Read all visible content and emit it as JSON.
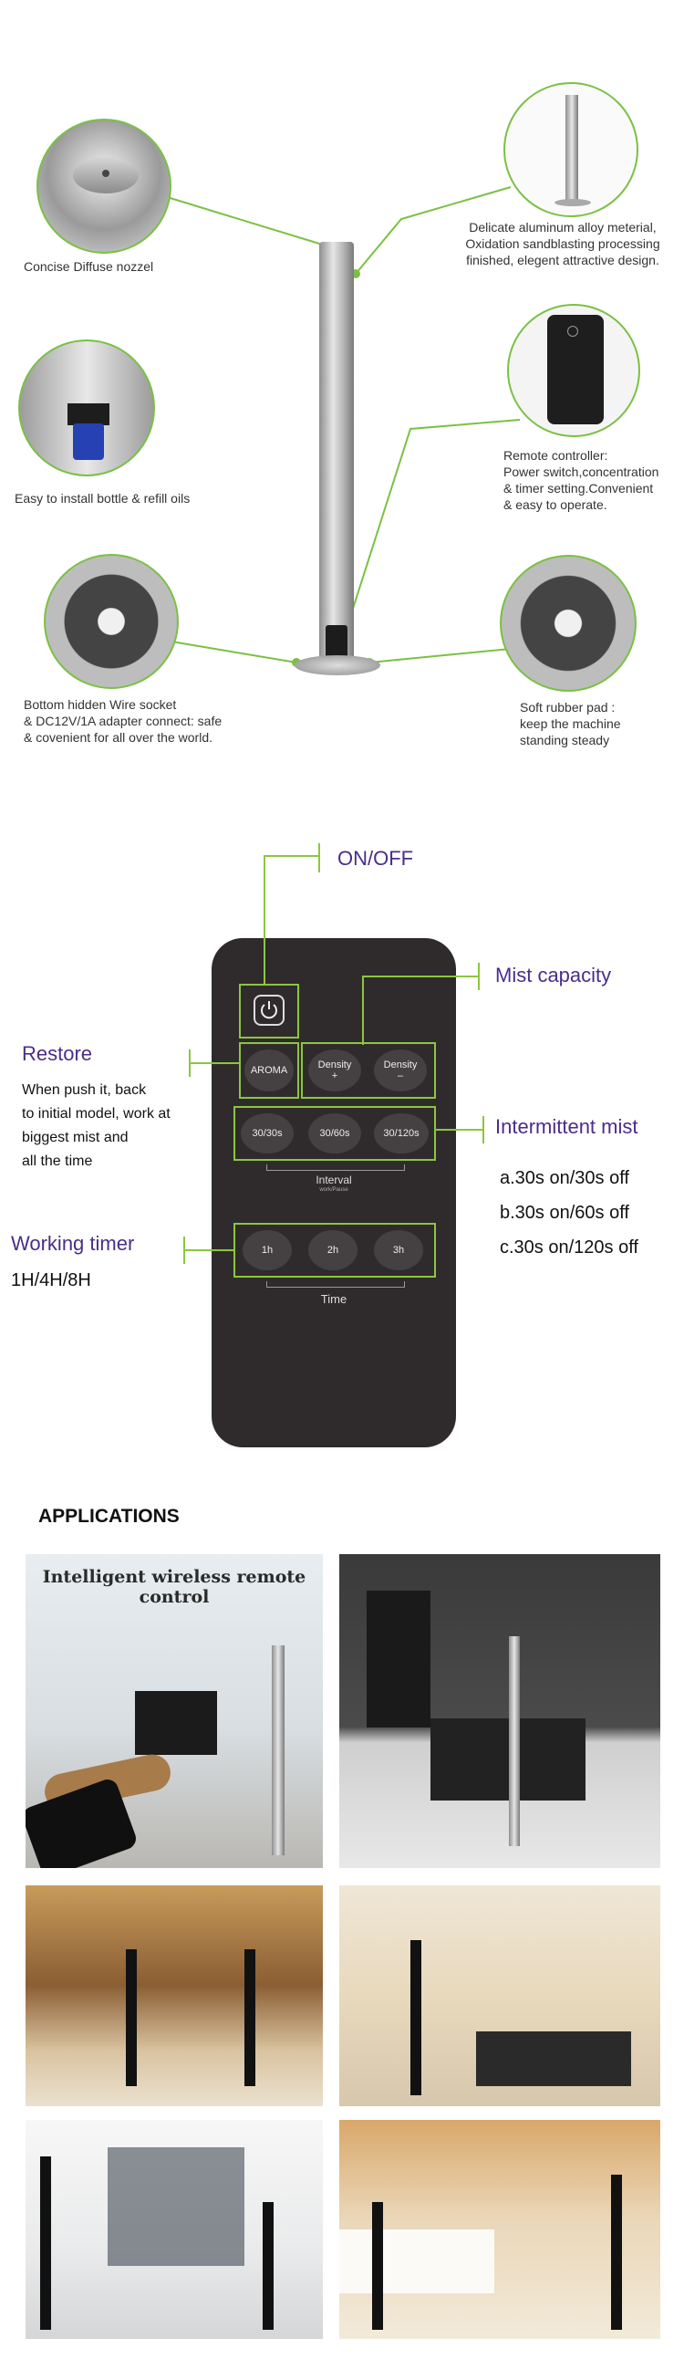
{
  "features": {
    "nozzle": "Concise Diffuse nozzel",
    "material": [
      "Delicate aluminum alloy meterial,",
      "Oxidation sandblasting processing",
      "finished, elegent attractive design."
    ],
    "bottle": "Easy to install bottle & refill oils",
    "remote": [
      "Remote controller:",
      "Power switch,concentration",
      "& timer setting.Convenient",
      "& easy to operate."
    ],
    "socket": [
      "Bottom hidden Wire socket",
      "& DC12V/1A adapter connect: safe",
      "& covenient for all over the world."
    ],
    "pad": [
      "Soft rubber pad :",
      "keep the machine",
      "standing steady"
    ]
  },
  "remote_diagram": {
    "on_off": "ON/OFF",
    "mist_capacity": "Mist capacity",
    "restore_title": "Restore",
    "restore_desc": [
      "When push it, back",
      "to initial model, work at",
      "biggest mist and",
      "all the time"
    ],
    "intermittent_title": "Intermittent mist",
    "intermittent_opts": [
      "a.30s on/30s off",
      "b.30s on/60s off",
      "c.30s on/120s off"
    ],
    "timer_title": "Working timer",
    "timer_opts": "1H/4H/8H",
    "btn_aroma": "AROMA",
    "btn_density_up": "Density",
    "btn_density_up_sign": "+",
    "btn_density_down": "Density",
    "btn_density_down_sign": "–",
    "btn_30_30": "30/30s",
    "btn_30_60": "30/60s",
    "btn_30_120": "30/120s",
    "interval_label": "Interval",
    "interval_sub": "work/Pause",
    "btn_1h": "1h",
    "btn_2h": "2h",
    "btn_3h": "3h",
    "time_label": "Time"
  },
  "applications": {
    "title": "APPLICATIONS",
    "photo1_banner": "Intelligent wireless remote control"
  },
  "colors": {
    "accent_green": "#7ac143",
    "purple": "#4b2d8a",
    "remote_body": "#2f2b2c"
  }
}
